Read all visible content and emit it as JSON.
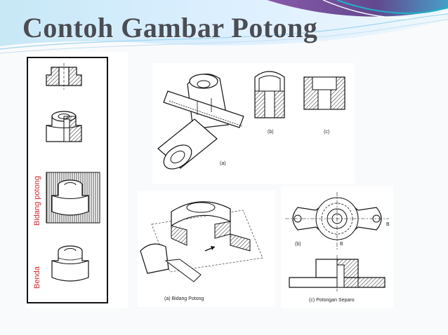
{
  "slide": {
    "title": "Contoh Gambar Potong",
    "accent_colors": [
      "#5b2f86",
      "#1fb3c8",
      "#9fd6ef"
    ]
  },
  "left_figure": {
    "label_bidang_potong": "Bidang potong",
    "label_benda": "Benda",
    "label_color": "#d8262a"
  },
  "top_figure": {
    "label_a": "(a)",
    "label_b": "(b)",
    "label_c": "(c)"
  },
  "bottom_left_figure": {
    "caption": "(a) Bidang Potong"
  },
  "bottom_right_figure": {
    "label_b": "(b)",
    "section_marker": "B",
    "caption": "(c) Potongan Separo"
  }
}
